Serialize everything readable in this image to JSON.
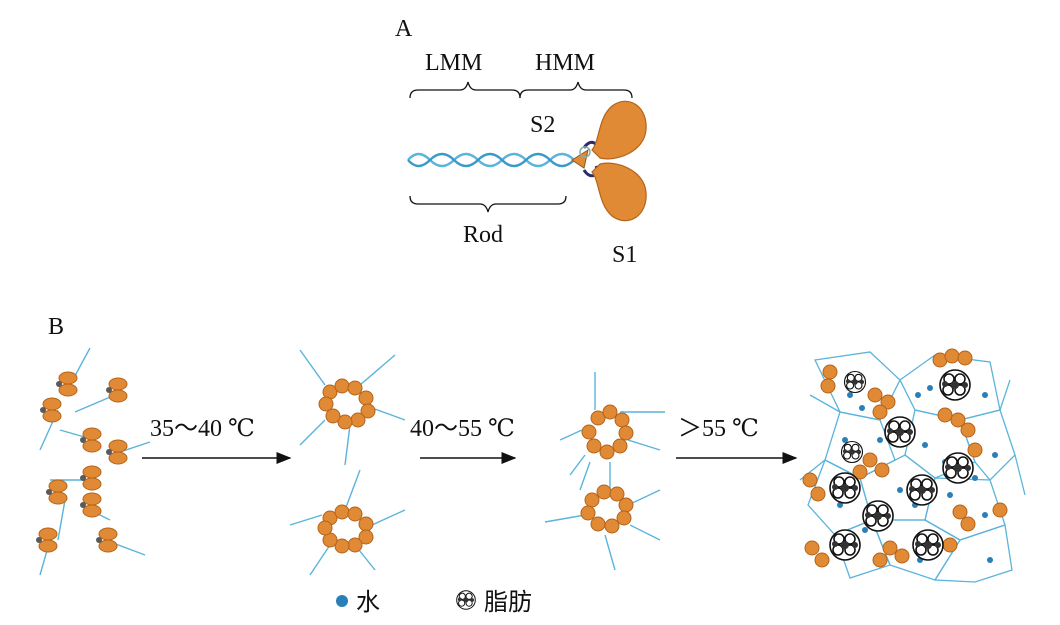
{
  "panel_a": {
    "label": "A",
    "lmm": "LMM",
    "hmm": "HMM",
    "s2": "S2",
    "rod": "Rod",
    "s1": "S1"
  },
  "panel_b": {
    "label": "B",
    "step1": "35～40 ℃",
    "step2": "40～55 ℃",
    "step3": "＞55 ℃"
  },
  "legend": {
    "water": "水",
    "fat": "脂肪"
  },
  "colors": {
    "head": "#e08a35",
    "head_stroke": "#b4631a",
    "tail": "#5ab4dc",
    "neck": "#2c2c6e",
    "water_dot": "#2a7fb8",
    "arrow": "#111111"
  }
}
